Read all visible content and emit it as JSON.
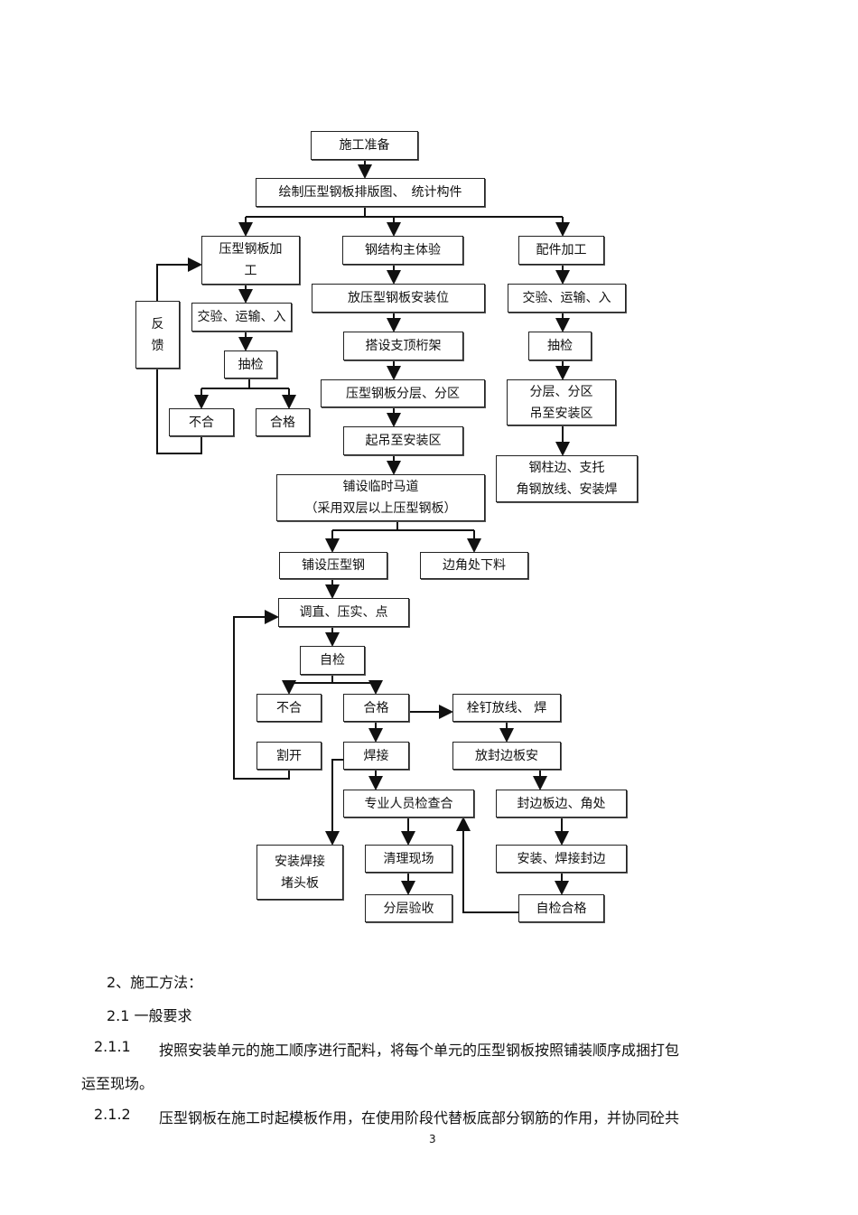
{
  "flowchart": {
    "prep": "施工准备",
    "draw": "绘制压型钢板排版图、　统计构件",
    "l1": "压型钢板加工",
    "l2": "交验、运输、入",
    "l3": "抽检",
    "l4": "不合",
    "l5": "合格",
    "feedback": "反馈",
    "c1": "钢结构主体验",
    "c2": "放压型钢板安装位",
    "c3": "搭设支顶桁架",
    "c4": "压型钢板分层、分区",
    "c5": "起吊至安装区",
    "c6a": "铺设临时马道",
    "c6b": "（采用双层以上压型钢板）",
    "r1": "配件加工",
    "r2": "交验、运输、入",
    "r3": "抽检",
    "r4a": "分层、分区",
    "r4b": "吊至安装区",
    "r5a": "钢柱边、支托",
    "r5b": "角钢放线、安装焊",
    "d1": "铺设压型钢",
    "d2": "边角处下料",
    "d3": "调直、压实、点",
    "d4": "自检",
    "d5": "不合",
    "d6": "合格",
    "d7": "栓钉放线、 焊",
    "d8": "割开",
    "d9": "焊接",
    "d10": "放封边板安",
    "d11": "专业人员检查合",
    "d12": "封边板边、角处",
    "d13a": "安装焊接",
    "d13b": "堵头板",
    "d14": "清理现场",
    "d15": "安装、焊接封边",
    "d16": "分层验收",
    "d17": "自检合格"
  },
  "text": {
    "h2": "2、施工方法：",
    "h21": "2.1  一般要求",
    "p211_num": "2.1.1",
    "p211": "按照安装单元的施工顺序进行配料，将每个单元的压型钢板按照铺装顺序成捆打包",
    "p211_cont": "运至现场。",
    "p212_num": "2.1.2",
    "p212": "压型钢板在施工时起模板作用，在使用阶段代替板底部分钢筋的作用，并协同砼共",
    "page": "3"
  }
}
